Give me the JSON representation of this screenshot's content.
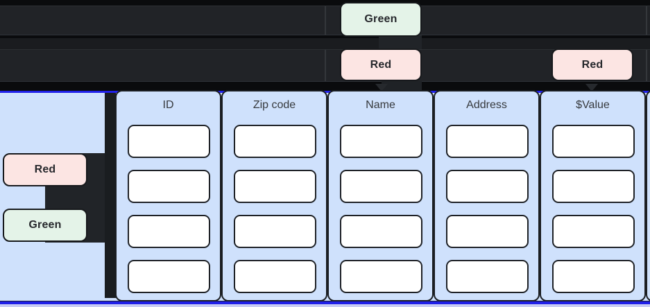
{
  "top_rows": {
    "green_chip_label": "Green",
    "red_chip_name_label": "Red",
    "red_chip_value_label": "Red"
  },
  "left_panel": {
    "red_chip_label": "Red",
    "green_chip_label": "Green"
  },
  "table": {
    "columns": [
      {
        "header": "ID",
        "rows": 4
      },
      {
        "header": "Zip code",
        "rows": 4
      },
      {
        "header": "Name",
        "rows": 4
      },
      {
        "header": "Address",
        "rows": 4
      },
      {
        "header": "$Value",
        "rows": 4
      },
      {
        "header": "",
        "rows": 4
      }
    ]
  },
  "colors": {
    "chip_green": "#e4f3e8",
    "chip_red": "#fce5e3",
    "panel_blue": "#cfe1fc",
    "accent_blue": "#2020e8",
    "dark_bar": "#212327",
    "background": "#0a0b0d"
  }
}
